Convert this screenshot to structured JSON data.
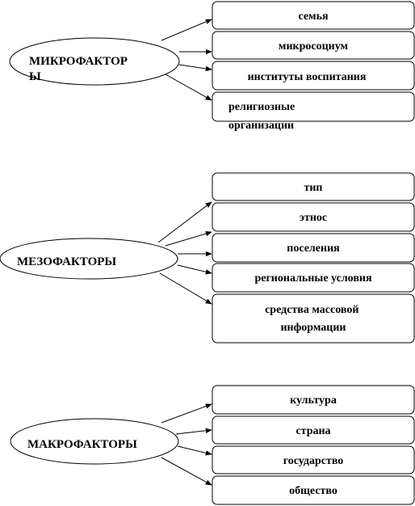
{
  "groups": [
    {
      "label_lines": [
        "МИКРОФАКТОР",
        "Ы"
      ],
      "boxes": [
        {
          "lines": [
            "семья"
          ]
        },
        {
          "lines": [
            "микросоциум"
          ]
        },
        {
          "lines": [
            "институты воспитания"
          ]
        },
        {
          "lines": [
            "религиозные",
            "организации"
          ]
        }
      ]
    },
    {
      "label_lines": [
        "МЕЗОФАКТОРЫ"
      ],
      "boxes": [
        {
          "lines": [
            "тип"
          ]
        },
        {
          "lines": [
            "этнос"
          ]
        },
        {
          "lines": [
            "поселения"
          ]
        },
        {
          "lines": [
            "региональные условия"
          ]
        },
        {
          "lines": [
            "средства массовой",
            "информации"
          ]
        }
      ]
    },
    {
      "label_lines": [
        "МАКРОФАКТОРЫ"
      ],
      "boxes": [
        {
          "lines": [
            "культура"
          ]
        },
        {
          "lines": [
            "страна"
          ]
        },
        {
          "lines": [
            "государство"
          ]
        },
        {
          "lines": [
            "общество"
          ]
        }
      ]
    }
  ]
}
